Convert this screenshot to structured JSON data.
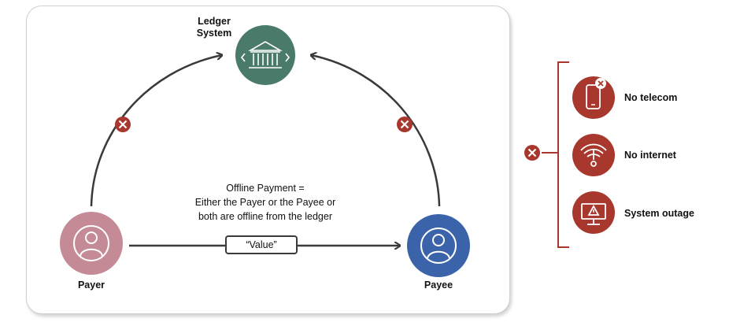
{
  "ledger": {
    "label_line1": "Ledger",
    "label_line2": "System",
    "color": "#4a7b6a",
    "icon": "bank-building-icon"
  },
  "payer": {
    "label": "Payer",
    "color": "#c48a96",
    "icon": "person-icon"
  },
  "payee": {
    "label": "Payee",
    "color": "#3a63a9",
    "icon": "person-icon"
  },
  "value_label": "“Value”",
  "description": {
    "line1": "Offline Payment =",
    "line2": "Either the Payer or the Payee or",
    "line3": "both are offline from the ledger"
  },
  "blocked_marker": {
    "icon": "close-x-icon",
    "color": "#a8372d"
  },
  "issues": [
    {
      "label": "No telecom",
      "icon": "mobile-phone-x-icon",
      "color": "#a8372d"
    },
    {
      "label": "No internet",
      "icon": "wifi-off-icon",
      "color": "#a8372d"
    },
    {
      "label": "System outage",
      "icon": "monitor-warning-icon",
      "color": "#a8372d"
    }
  ],
  "arrow_color": "#3a3a3a"
}
